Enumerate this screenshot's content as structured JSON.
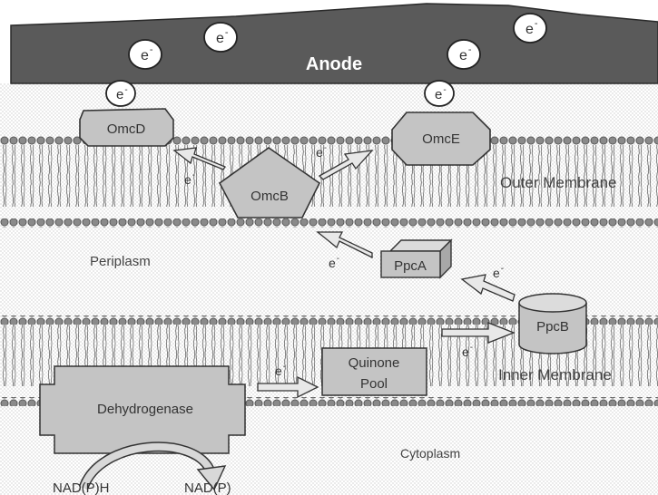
{
  "anode": {
    "label": "Anode"
  },
  "electron": {
    "symbol": "e",
    "charge": "-"
  },
  "regions": {
    "outer_membrane": "Outer Membrane",
    "periplasm": "Periplasm",
    "inner_membrane": "Inner Membrane",
    "cytoplasm": "Cytoplasm"
  },
  "proteins": {
    "omcd": "OmcD",
    "omce": "OmcE",
    "omcb": "OmcB",
    "ppca": "PpcA",
    "ppcb": "PpcB",
    "quinone_line1": "Quinone",
    "quinone_line2": "Pool",
    "dehydrogenase": "Dehydrogenase"
  },
  "cofactors": {
    "nadph": "NAD(P)H",
    "nadp": "NAD(P)"
  },
  "colors": {
    "anode_fill": "#5a5a5a",
    "membrane_head": "#8a8a8a",
    "protein_fill": "#c4c4c4",
    "stipple": "#9a9a9a",
    "arrow_fill": "#e8e8e8"
  }
}
